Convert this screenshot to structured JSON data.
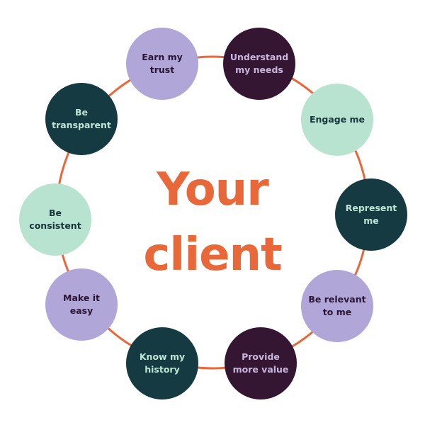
{
  "center": {
    "line1": "Your",
    "line2": "client"
  },
  "nodes": [
    {
      "label": "Earn my\ntrust"
    },
    {
      "label": "Understand\nmy needs"
    },
    {
      "label": "Engage me"
    },
    {
      "label": "Represent\nme"
    },
    {
      "label": "Be relevant\nto me"
    },
    {
      "label": "Provide\nmore value"
    },
    {
      "label": "Know my\nhistory"
    },
    {
      "label": "Make it\neasy"
    },
    {
      "label": "Be\nconsistent"
    },
    {
      "label": "Be\ntransparent"
    }
  ],
  "colors": {
    "ring": "#e8683a",
    "title": "#e8683a",
    "lavender": "#b0a6d8",
    "plum": "#341633",
    "mint": "#b8e3d1",
    "teal": "#163a42"
  }
}
